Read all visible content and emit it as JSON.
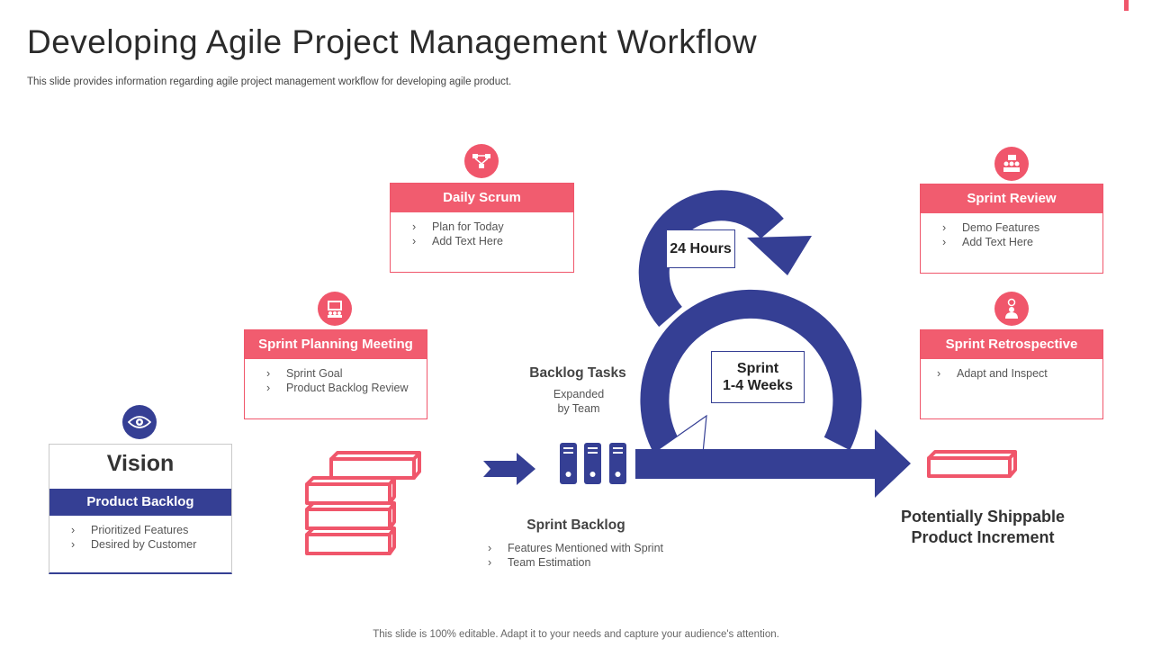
{
  "header": {
    "title": "Developing Agile Project Management Workflow",
    "subtitle": "This slide provides information regarding agile project management workflow for developing agile product."
  },
  "footer": {
    "text": "This slide is 100% editable. Adapt it to your needs and capture your audience's attention."
  },
  "colors": {
    "accent": "#f0566b",
    "primary": "#353f94"
  },
  "vision": {
    "title": "Vision",
    "header": "Product Backlog",
    "items": [
      "Prioritized Features",
      "Desired by Customer"
    ],
    "icon": "eye-icon"
  },
  "sprint_planning": {
    "header": "Sprint Planning Meeting",
    "items": [
      "Sprint Goal",
      "Product Backlog Review"
    ],
    "icon": "presentation-board-icon"
  },
  "daily_scrum": {
    "header": "Daily Scrum",
    "items": [
      "Plan for Today",
      "Add Text Here"
    ],
    "icon": "network-icon"
  },
  "sprint_review": {
    "header": "Sprint Review",
    "items": [
      "Demo Features",
      "Add Text Here"
    ],
    "icon": "team-review-icon"
  },
  "sprint_retrospective": {
    "header": "Sprint Retrospective",
    "items": [
      "Adapt and Inspect"
    ],
    "icon": "person-idea-icon"
  },
  "backlog_tasks": {
    "title": "Backlog Tasks",
    "line1": "Expanded",
    "line2": "by Team"
  },
  "sprint_backlog": {
    "title": "Sprint Backlog",
    "items": [
      "Features Mentioned with Sprint",
      "Team Estimation"
    ]
  },
  "cycle": {
    "daily_label": "24 Hours",
    "sprint_line1": "Sprint",
    "sprint_line2": "1-4 Weeks"
  },
  "increment": {
    "line1": "Potentially Shippable",
    "line2": "Product Increment"
  },
  "bullet_glyph": "›"
}
